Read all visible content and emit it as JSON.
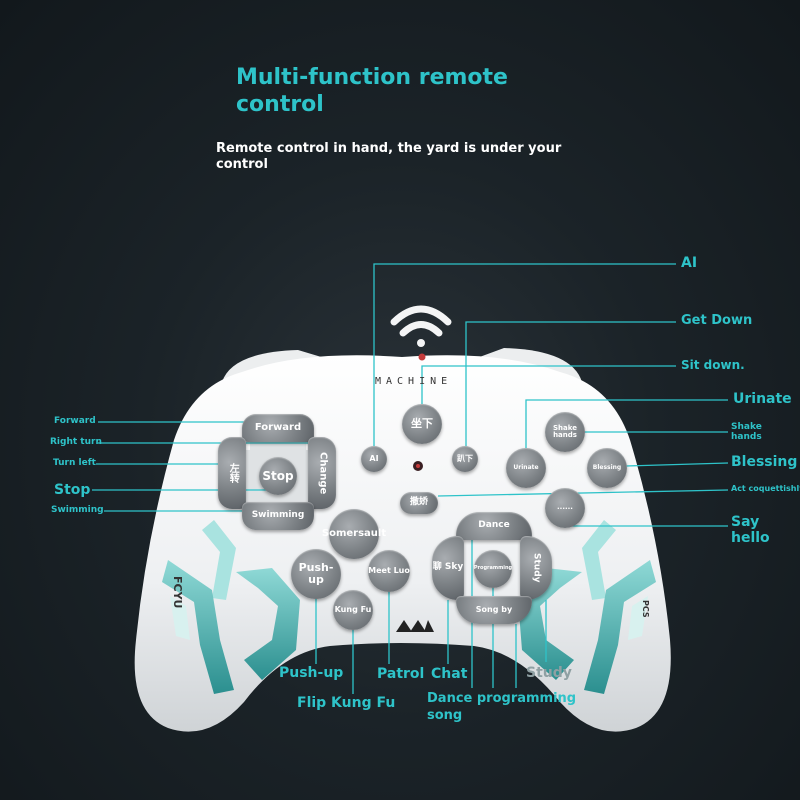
{
  "header": {
    "title": "Multi-function remote control",
    "subtitle": "Remote control in hand, the yard is under your control"
  },
  "controller": {
    "brand": "MACHINE",
    "side_mark_left": "FCYU",
    "side_mark_right": "PCS",
    "body_color": "#f4f5f6",
    "accent_color": "#2ec3c9",
    "button_color": "#7d8286"
  },
  "buttons": {
    "forward": "Forward",
    "left_turn": "左转",
    "stop": "Stop",
    "change": "Change",
    "swimming": "Swimming",
    "ai": "AI",
    "sit": "坐下",
    "down": "趴下",
    "coquettish": "撒娇",
    "shake_hands": "Shake hands",
    "urinate": "Urinate",
    "blessing": "Blessing",
    "say_hello": "......",
    "somersault": "Somersault",
    "push_up": "Push-up",
    "meet_luo": "Meet Luo",
    "kung_fu": "Kung Fu",
    "dance": "Dance",
    "chat_sky": "聊 Sky",
    "programming": "Programming",
    "study": "Study",
    "song_by": "Song by"
  },
  "callouts": {
    "forward": "Forward",
    "right_turn": "Right turn",
    "turn_left": "Turn left",
    "stop": "Stop",
    "swimming": "Swimming",
    "ai": "AI",
    "get_down": "Get Down",
    "sit_down": "Sit down.",
    "urinate": "Urinate",
    "shake_hands": "Shake hands",
    "blessing": "Blessing",
    "act_coquettishly": "Act coquettishly",
    "say_hello": "Say hello",
    "push_up": "Push-up",
    "flip_kung_fu": "Flip Kung Fu",
    "patrol": "Patrol",
    "chat": "Chat",
    "dance_programming_song": "Dance programming song",
    "study": "Study"
  }
}
